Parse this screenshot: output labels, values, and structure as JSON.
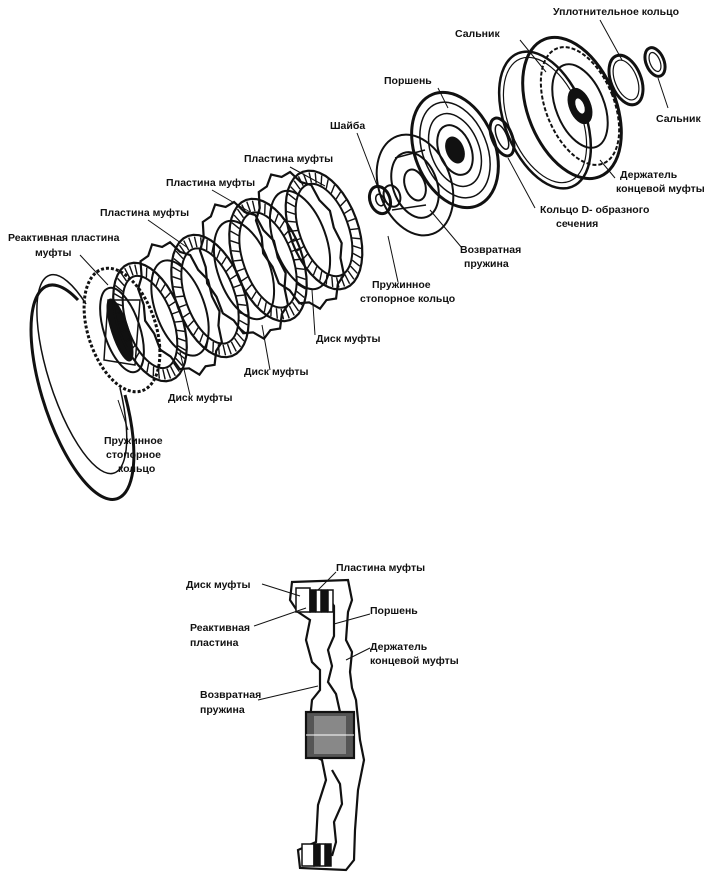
{
  "colors": {
    "ink": "#111111",
    "paper": "#ffffff",
    "shade": "#555555"
  },
  "exploded": {
    "seal_ring": "Уплотнительное кольцо",
    "oil_seal_top": "Сальник",
    "oil_seal_right": "Сальник",
    "piston": "Поршень",
    "washer": "Шайба",
    "end_clutch_retainer_l1": "Держатель",
    "end_clutch_retainer_l2": "концевой муфты",
    "d_ring_l1": "Кольцо D- образного",
    "d_ring_l2": "сечения",
    "return_spring_l1": "Возвратная",
    "return_spring_l2": "пружина",
    "snap_ring_mid_l1": "Пружинное",
    "snap_ring_mid_l2": "стопорное кольцо",
    "clutch_plate_1": "Пластина муфты",
    "clutch_plate_2": "Пластина муфты",
    "clutch_plate_3": "Пластина муфты",
    "reaction_plate_l1": "Реактивная пластина",
    "reaction_plate_l2": "муфты",
    "clutch_disc_1": "Диск муфты",
    "clutch_disc_2": "Диск муфты",
    "clutch_disc_3": "Диск муфты",
    "snap_ring_l1": "Пружинное",
    "snap_ring_l2": "стопорное",
    "snap_ring_l3": "кольцо"
  },
  "section": {
    "clutch_disc": "Диск муфты",
    "clutch_plate": "Пластина муфты",
    "reaction_plate_l1": "Реактивная",
    "reaction_plate_l2": "пластина",
    "piston": "Поршень",
    "retainer_l1": "Держатель",
    "retainer_l2": "концевой муфты",
    "return_spring_l1": "Возвратная",
    "return_spring_l2": "пружина"
  }
}
